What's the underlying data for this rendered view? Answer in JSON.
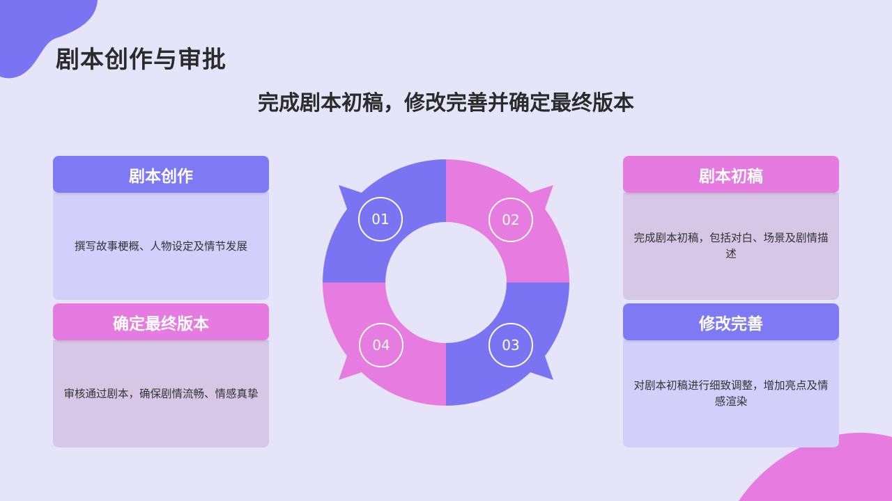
{
  "title": "剧本创作与审批",
  "subtitle": "完成剧本初稿，修改完善并确定最终版本",
  "colors": {
    "purple": "#7f79f3",
    "pink": "#e57be0",
    "background": "#e5e4f9"
  },
  "steps": [
    {
      "number": "01",
      "heading": "剧本创作",
      "text": "撰写故事梗概、人物设定及情节发展"
    },
    {
      "number": "02",
      "heading": "剧本初稿",
      "text": "完成剧本初稿，包括对白、场景及剧情描述"
    },
    {
      "number": "03",
      "heading": "修改完善",
      "text": "对剧本初稿进行细致调整，增加亮点及情感渲染"
    },
    {
      "number": "04",
      "heading": "确定最终版本",
      "text": "审核通过剧本，确保剧情流畅、情感真挚"
    }
  ]
}
